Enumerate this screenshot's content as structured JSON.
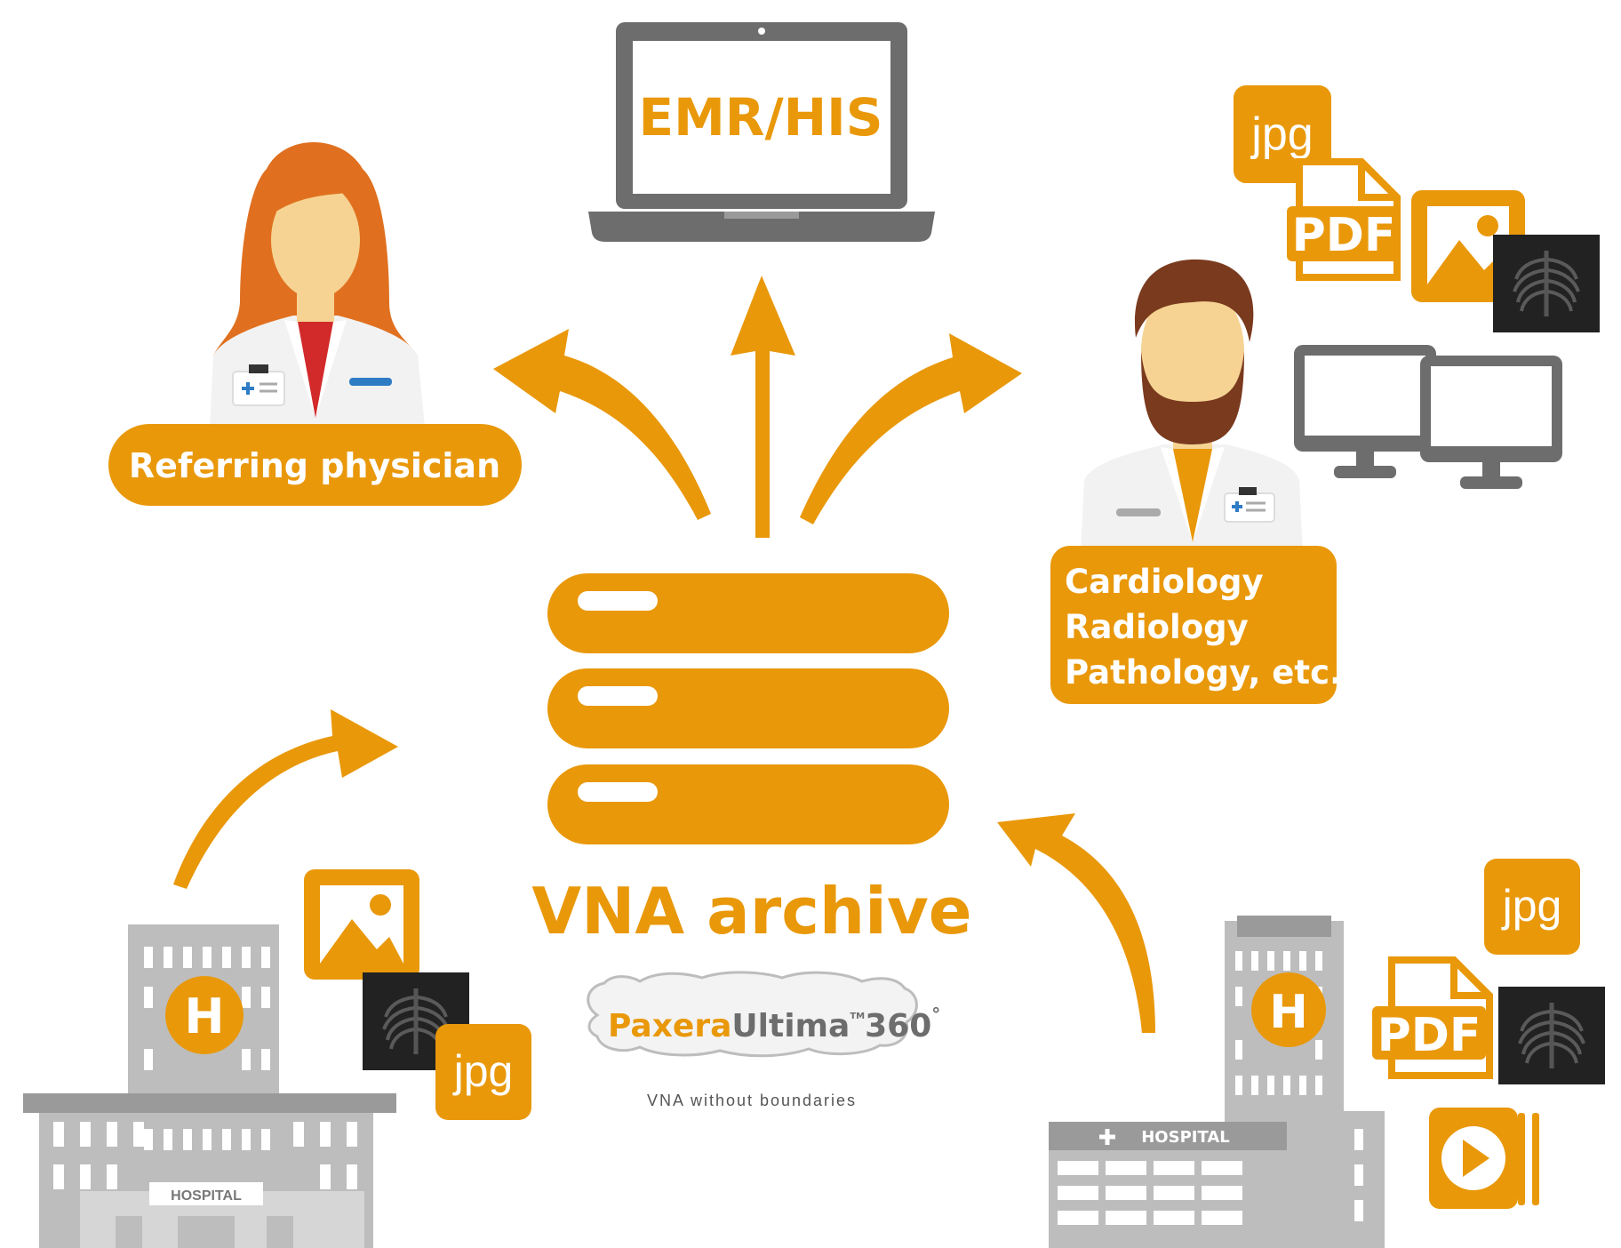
{
  "colors": {
    "accent": "#E9980A",
    "gray": "#6D6D6D",
    "lightgray": "#BDBDBD",
    "dark": "#222222",
    "skin": "#F6D393",
    "hair_female": "#E0701F",
    "hair_male": "#7A3A1E",
    "collar_female": "#D22A2A"
  },
  "emr": {
    "label": "EMR/HIS"
  },
  "referring": {
    "label": "Referring physician"
  },
  "departments": {
    "line1": "Cardiology",
    "line2": "Radiology",
    "line3": "Pathology, etc."
  },
  "archive": {
    "title": "VNA archive"
  },
  "logo": {
    "part1": "Paxera",
    "part2": "Ultima",
    "tm": "TM",
    "part3": "360",
    "degree": "°",
    "tagline": "VNA without boundaries"
  },
  "hospital_left": {
    "badge": "H",
    "sign": "HOSPITAL"
  },
  "hospital_right": {
    "badge": "H",
    "sign": "HOSPITAL"
  },
  "files": {
    "jpg": "jpg",
    "pdf": "PDF"
  },
  "icons": [
    "document-icon",
    "image-icon",
    "xray-icon",
    "monitor-icon",
    "play-icon",
    "database-icon",
    "laptop-icon",
    "arrow-icon",
    "hospital-icon",
    "physician-icon",
    "radiologist-icon"
  ]
}
